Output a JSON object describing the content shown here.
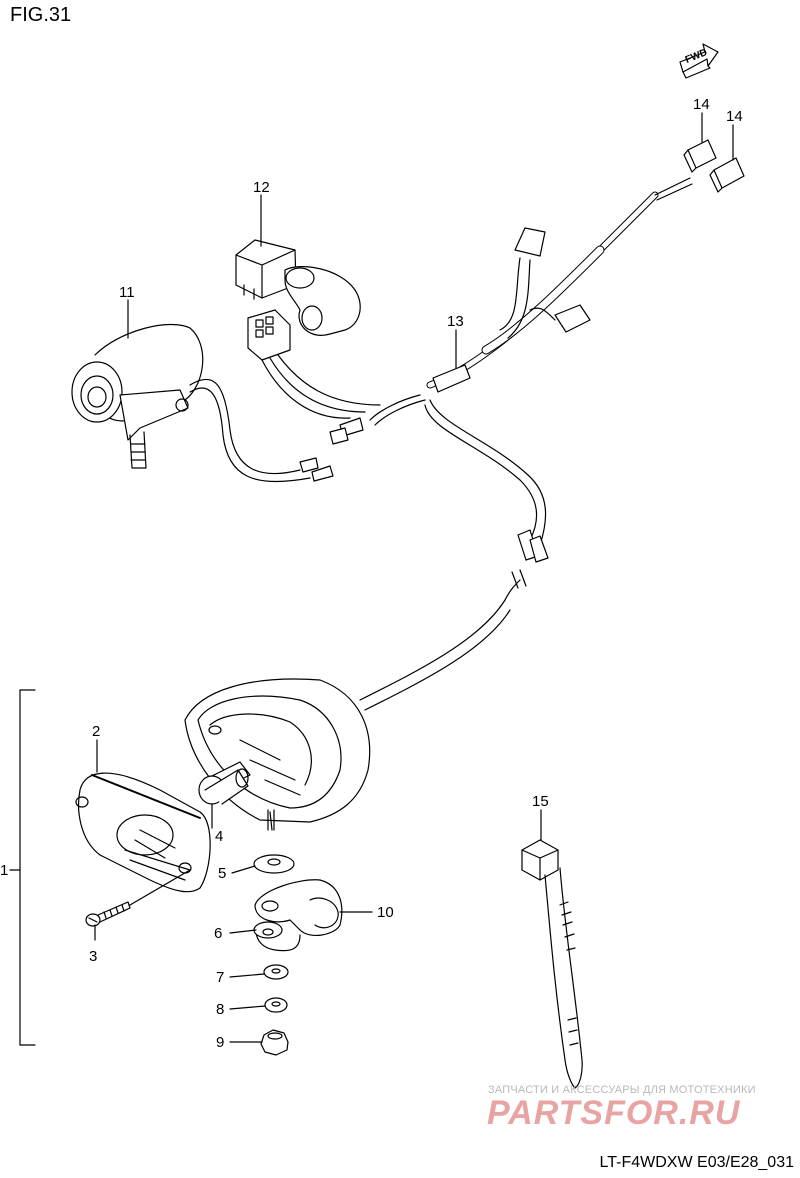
{
  "figure_label": "FIG.31",
  "model_code": "LT-F4WDXW E03/E28_031",
  "fwd_badge": "FWD",
  "watermark": {
    "line1": "ЗАПЧАСТИ И АКСЕССУАРЫ ДЛЯ МОТОТЕХНИКИ",
    "line2": "PARTSFOR.RU"
  },
  "callouts": {
    "c1": "1",
    "c2": "2",
    "c3": "3",
    "c4": "4",
    "c5": "5",
    "c6": "6",
    "c7": "7",
    "c8": "8",
    "c9": "9",
    "c10": "10",
    "c11": "11",
    "c12": "12",
    "c13": "13",
    "c14a": "14",
    "c14b": "14",
    "c15": "15"
  },
  "colors": {
    "line": "#000000",
    "watermark_red": "#e8a3a3",
    "watermark_gray": "#b9b9b9"
  }
}
